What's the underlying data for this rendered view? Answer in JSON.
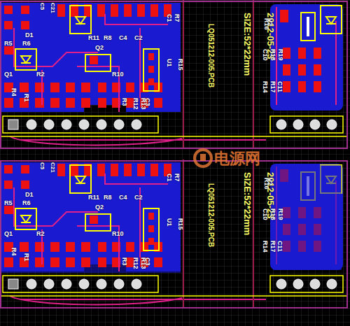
{
  "diagram": {
    "labels": [
      "C5",
      "C21",
      "R5",
      "R6",
      "D1",
      "Q1",
      "R2",
      "R1",
      "R4",
      "R11",
      "R8",
      "C4",
      "C2",
      "Q2",
      "R10",
      "R3",
      "R12",
      "R13",
      "C3",
      "C1",
      "R7",
      "U1",
      "R15",
      "LQ051212-005.PCB",
      "SIZE:52*22mm",
      "2012-05-23",
      "R16",
      "V2",
      "C10",
      "R18",
      "R19",
      "R14",
      "R17",
      "C11",
      "C5",
      "C21",
      "R5",
      "R6",
      "D1",
      "Q1",
      "R2",
      "R1",
      "R4",
      "R11",
      "R8",
      "C4",
      "C2",
      "Q2",
      "R10",
      "R3",
      "R12",
      "R13",
      "C3",
      "C1",
      "R7",
      "U1",
      "R15",
      "LQ051212-005.PCB",
      "SIZE:52*22mm",
      "2012-05-23",
      "R16",
      "V2",
      "C10",
      "R18",
      "R19",
      "R14",
      "R17",
      "C11",
      "电源网"
    ]
  }
}
